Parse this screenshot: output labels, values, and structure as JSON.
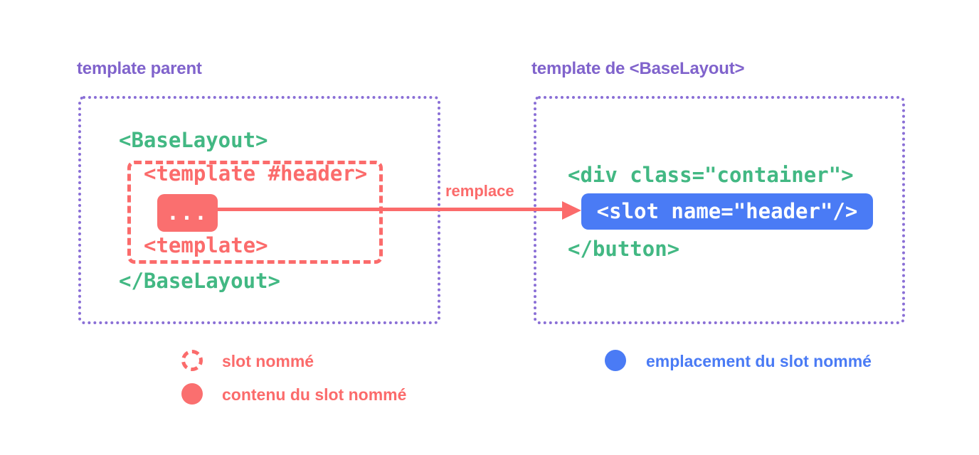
{
  "left": {
    "title": "template parent",
    "code": {
      "open": "<BaseLayout>",
      "slot_open": "<template #header>",
      "slot_content": "...",
      "slot_close": "<template>",
      "close": "</BaseLayout>"
    }
  },
  "arrow": {
    "label": "remplace"
  },
  "right": {
    "title": "template de <BaseLayout>",
    "code": {
      "div_open": "<div class=\"container\">",
      "slot": "<slot name=\"header\"/>",
      "close": "</button>"
    }
  },
  "legend": {
    "items": [
      {
        "icon": "dashed-red-circle",
        "label": "slot nommé"
      },
      {
        "icon": "solid-red-circle",
        "label": "contenu du slot nommé"
      },
      {
        "icon": "solid-blue-circle",
        "label": "emplacement du slot nommé"
      }
    ]
  },
  "colors": {
    "purple": "#8a6fd6",
    "green": "#42b883",
    "red": "#fb6b6b",
    "blue": "#4a7bf5",
    "background": "#ffffff"
  }
}
